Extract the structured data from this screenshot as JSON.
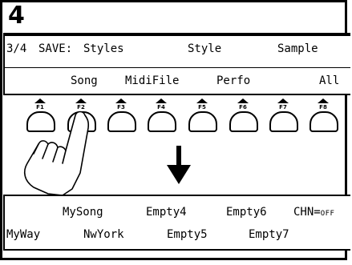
{
  "step": {
    "number": "4"
  },
  "display_top": {
    "row1": {
      "page": "3/4",
      "mode": "SAVE:",
      "item1": "Styles",
      "item2": "Style",
      "item3": "Sample"
    },
    "row2": {
      "item1": "Song",
      "item2": "MidiFile",
      "item3": "Perfo",
      "item4": "All"
    }
  },
  "function_keys": [
    {
      "label": "F1"
    },
    {
      "label": "F2"
    },
    {
      "label": "F3"
    },
    {
      "label": "F4"
    },
    {
      "label": "F5"
    },
    {
      "label": "F6"
    },
    {
      "label": "F7"
    },
    {
      "label": "F8"
    }
  ],
  "pressed_key": "F2",
  "display_bottom": {
    "row1": {
      "item1": "MySong",
      "item2": "Empty4",
      "item3": "Empty6",
      "chn_label": "CHN=",
      "chn_value": "OFF"
    },
    "row2": {
      "item1": "MyWay",
      "item2": "NwYork",
      "item3": "Empty5",
      "item4": "Empty7"
    }
  },
  "icons": {
    "hand": "pointing-hand-icon",
    "arrow": "arrow-down-icon"
  }
}
